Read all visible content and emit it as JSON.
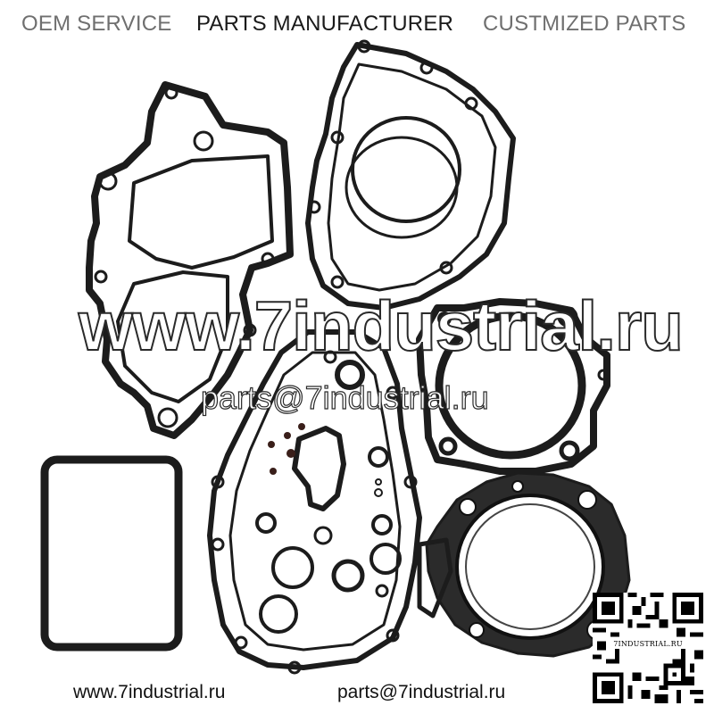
{
  "header": {
    "oem_service": "OEM SERVICE",
    "parts_manufacturer": "PARTS MANUFACTURER",
    "customized_parts": "CUSTMIZED PARTS"
  },
  "watermark": {
    "site": "www.7industrial.ru",
    "email": "parts@7industrial.ru"
  },
  "footer": {
    "site": "www.7industrial.ru",
    "email": "parts@7industrial.ru"
  },
  "qr": {
    "label": "7INDUSTRIAL.RU"
  },
  "colors": {
    "gasket_black": "#1c1c1c",
    "gasket_fill": "#2b2b2b",
    "header_gray": "#6f6f6f",
    "background": "#ffffff"
  }
}
